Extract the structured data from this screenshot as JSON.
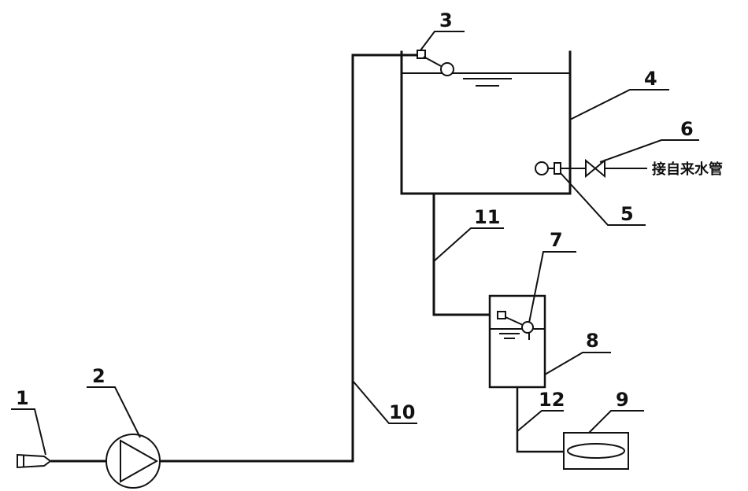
{
  "callouts": {
    "c1": "1",
    "c2": "2",
    "c3": "3",
    "c4": "4",
    "c5": "5",
    "c6": "6",
    "c7": "7",
    "c8": "8",
    "c9": "9",
    "c10": "10",
    "c11": "11",
    "c12": "12"
  },
  "labels": {
    "tap_water": "接自来水管"
  }
}
